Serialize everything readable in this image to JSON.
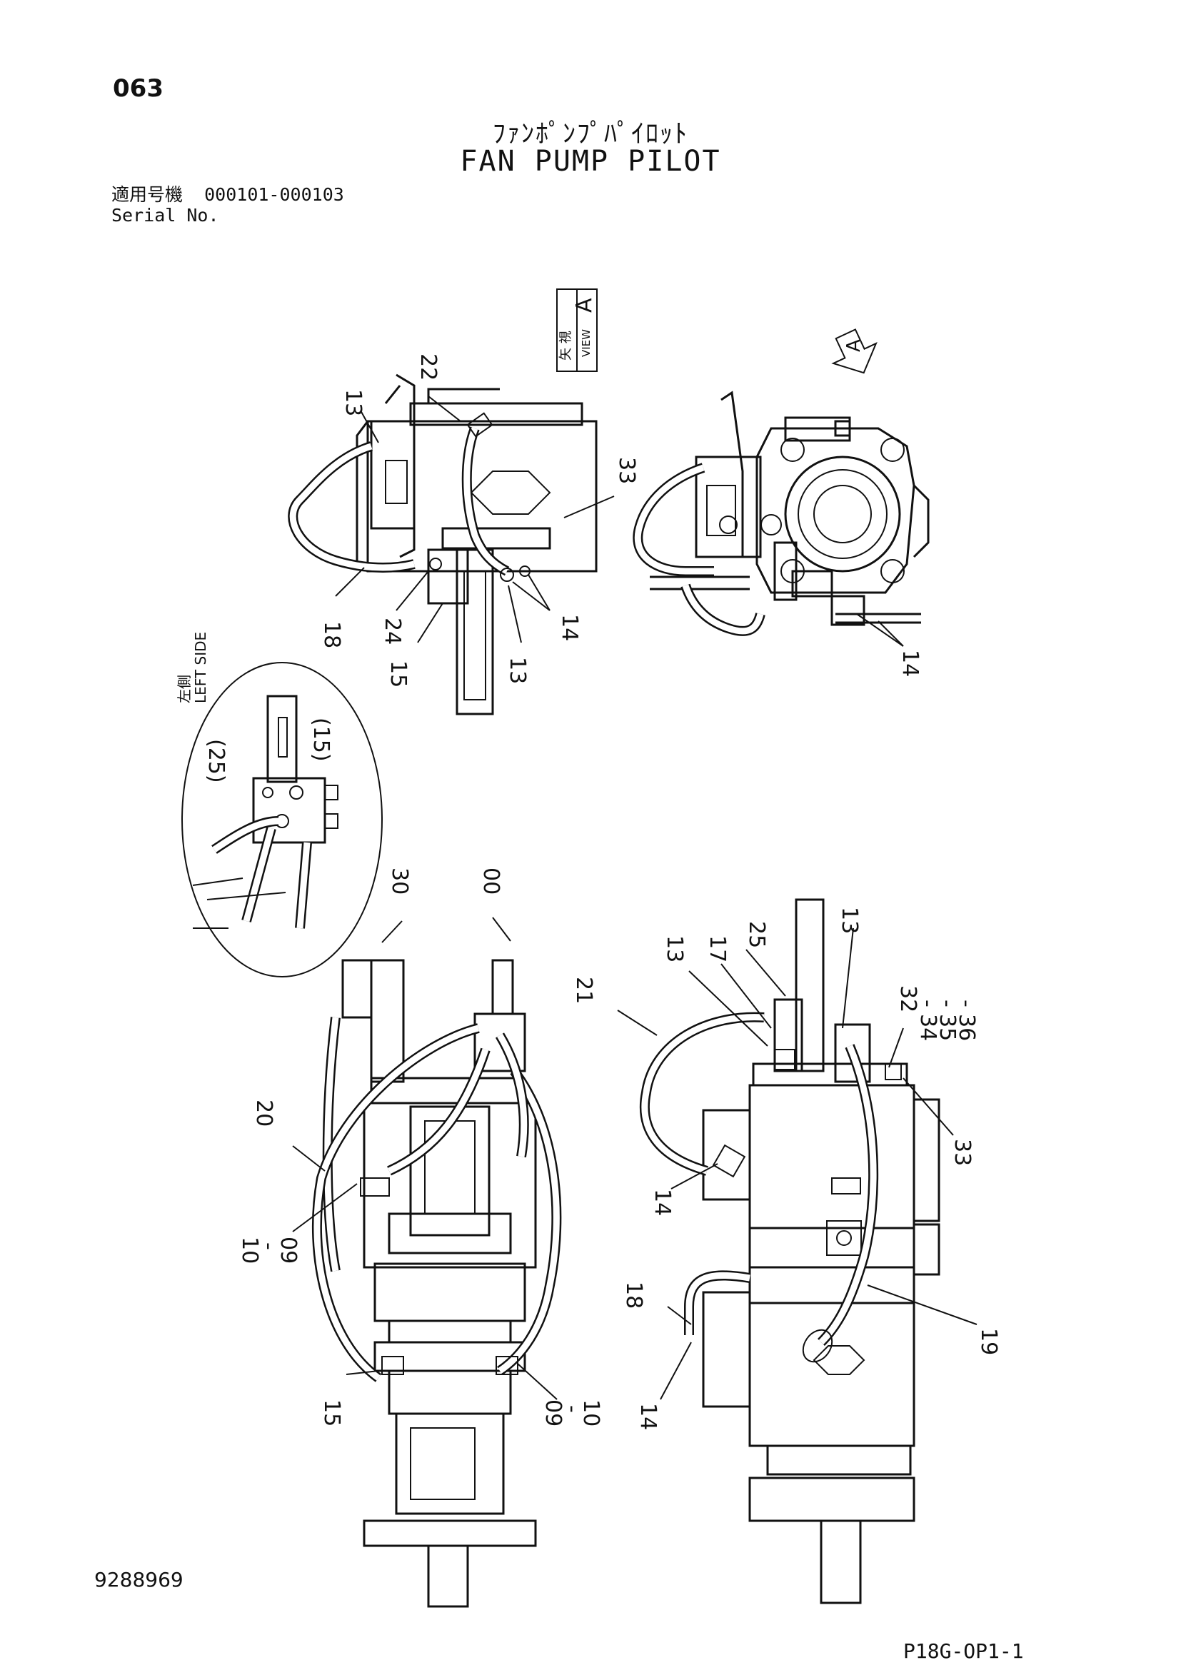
{
  "page": {
    "number": "063",
    "doc_number": "9288969",
    "code": "P18G-OP1-1"
  },
  "title": {
    "jp": "ﾌｧﾝﾎﾟﾝﾌﾟﾊﾟｲﾛｯﾄ",
    "en": "FAN PUMP PILOT"
  },
  "serial": {
    "label_jp": "適用号機",
    "range": "000101-000103",
    "label_en": "Serial No."
  },
  "views": {
    "view_a": {
      "jp": "矢 視",
      "en": "VIEW",
      "letter": "A"
    },
    "arrow_a": "A",
    "left_side": {
      "jp": "左側",
      "en": "LEFT SIDE"
    }
  },
  "callouts": {
    "tl_13a": "13",
    "tl_22": "22",
    "tl_33": "33",
    "tl_18": "18",
    "tl_24": "24",
    "tl_15": "15",
    "tl_13b": "13",
    "tl_14": "14",
    "tr_14": "14",
    "det_25": "(25)",
    "det_15": "(15)",
    "bl_30": "30",
    "bl_00": "00",
    "bl_20": "20",
    "bl_10a": "10",
    "bl_dash_a": "-",
    "bl_09a": "09",
    "bl_15": "15",
    "bl_09b": "09",
    "bl_dash_b": "-",
    "bl_10b": "10",
    "br_21": "21",
    "br_13a": "13",
    "br_17": "17",
    "br_25": "25",
    "br_13b": "13",
    "br_32": "32",
    "br_34": "34",
    "br_35": "35",
    "br_36": "36",
    "br_dash1": "-",
    "br_dash2": "-",
    "br_dash3": "-",
    "br_33": "33",
    "br_14a": "14",
    "br_18": "18",
    "br_19": "19",
    "br_14b": "14"
  }
}
